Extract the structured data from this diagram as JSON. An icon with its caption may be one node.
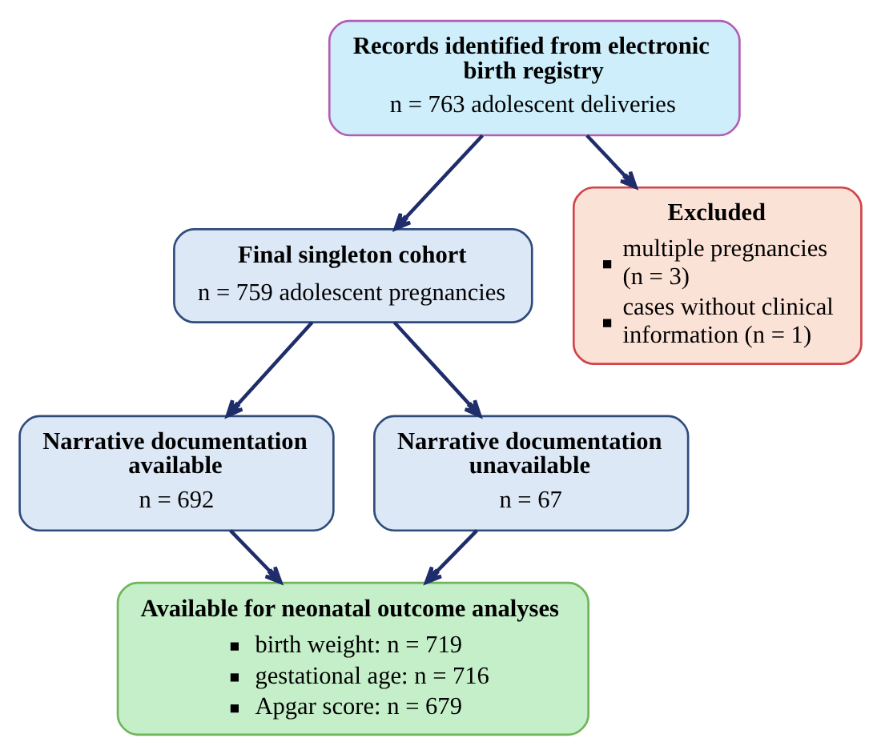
{
  "diagram": {
    "nodes": [
      {
        "text": [
          "Records identified from electronic birth registry",
          "n = 763 adolescent deliveries"
        ]
      },
      {
        "text": [
          "Excluded",
          "multiple pregnancies (n = 3)",
          "cases without clinical information (n = 1)"
        ]
      },
      {
        "text": [
          "Final singleton cohort",
          "n = 759 adolescent pregnancies"
        ]
      },
      {
        "text": [
          "Narrative documentation available",
          "n = 692"
        ]
      },
      {
        "text": [
          "Narrative documentation unavailable",
          "n = 67"
        ]
      },
      {
        "text": [
          "Available for neonatal outcome analyses",
          "birth weight: n = 719",
          "gestational age: n = 716",
          "Apgar score: n = 679"
        ]
      }
    ],
    "edges": [
      {
        "from": 0,
        "to": 2,
        "arrow": "to"
      },
      {
        "from": 0,
        "to": 1,
        "arrow": "to"
      },
      {
        "from": 2,
        "to": 3,
        "arrow": "to"
      },
      {
        "from": 2,
        "to": 4,
        "arrow": "to"
      },
      {
        "from": 3,
        "to": 5,
        "arrow": "to"
      },
      {
        "from": 4,
        "to": 5,
        "arrow": "to"
      }
    ]
  }
}
